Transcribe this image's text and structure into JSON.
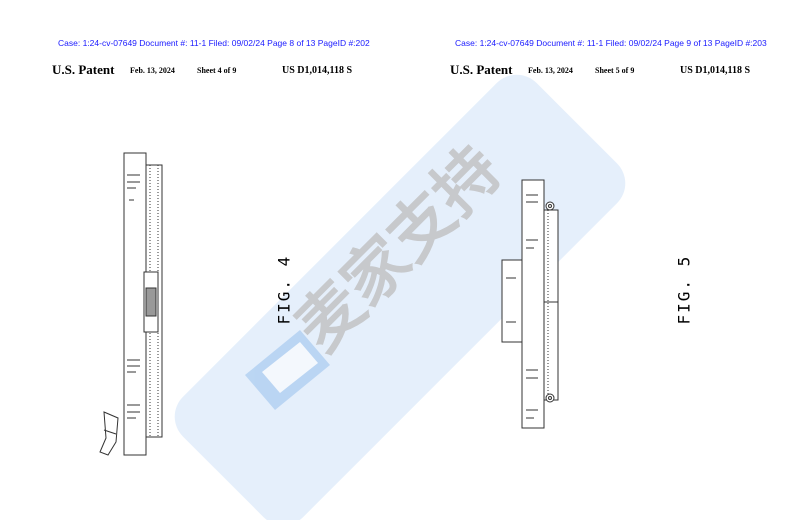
{
  "pages": [
    {
      "case_line": "Case: 1:24-cv-07649 Document #: 11-1 Filed: 09/02/24 Page 8 of 13 PageID #:202",
      "patent_label": "U.S. Patent",
      "date": "Feb. 13, 2024",
      "sheet": "Sheet 4 of 9",
      "patent_number": "US D1,014,118 S",
      "figure_label": "FIG. 4"
    },
    {
      "case_line": "Case: 1:24-cv-07649 Document #: 11-1 Filed: 09/02/24 Page 9 of 13 PageID #:203",
      "patent_label": "U.S. Patent",
      "date": "Feb. 13, 2024",
      "sheet": "Sheet 5 of 9",
      "patent_number": "US D1,014,118 S",
      "figure_label": "FIG. 5"
    }
  ],
  "watermark": {
    "text": "麦家支持",
    "color": "#2f7fd6"
  },
  "colors": {
    "case_line": "#1a1aff",
    "drawing": "#333333"
  }
}
